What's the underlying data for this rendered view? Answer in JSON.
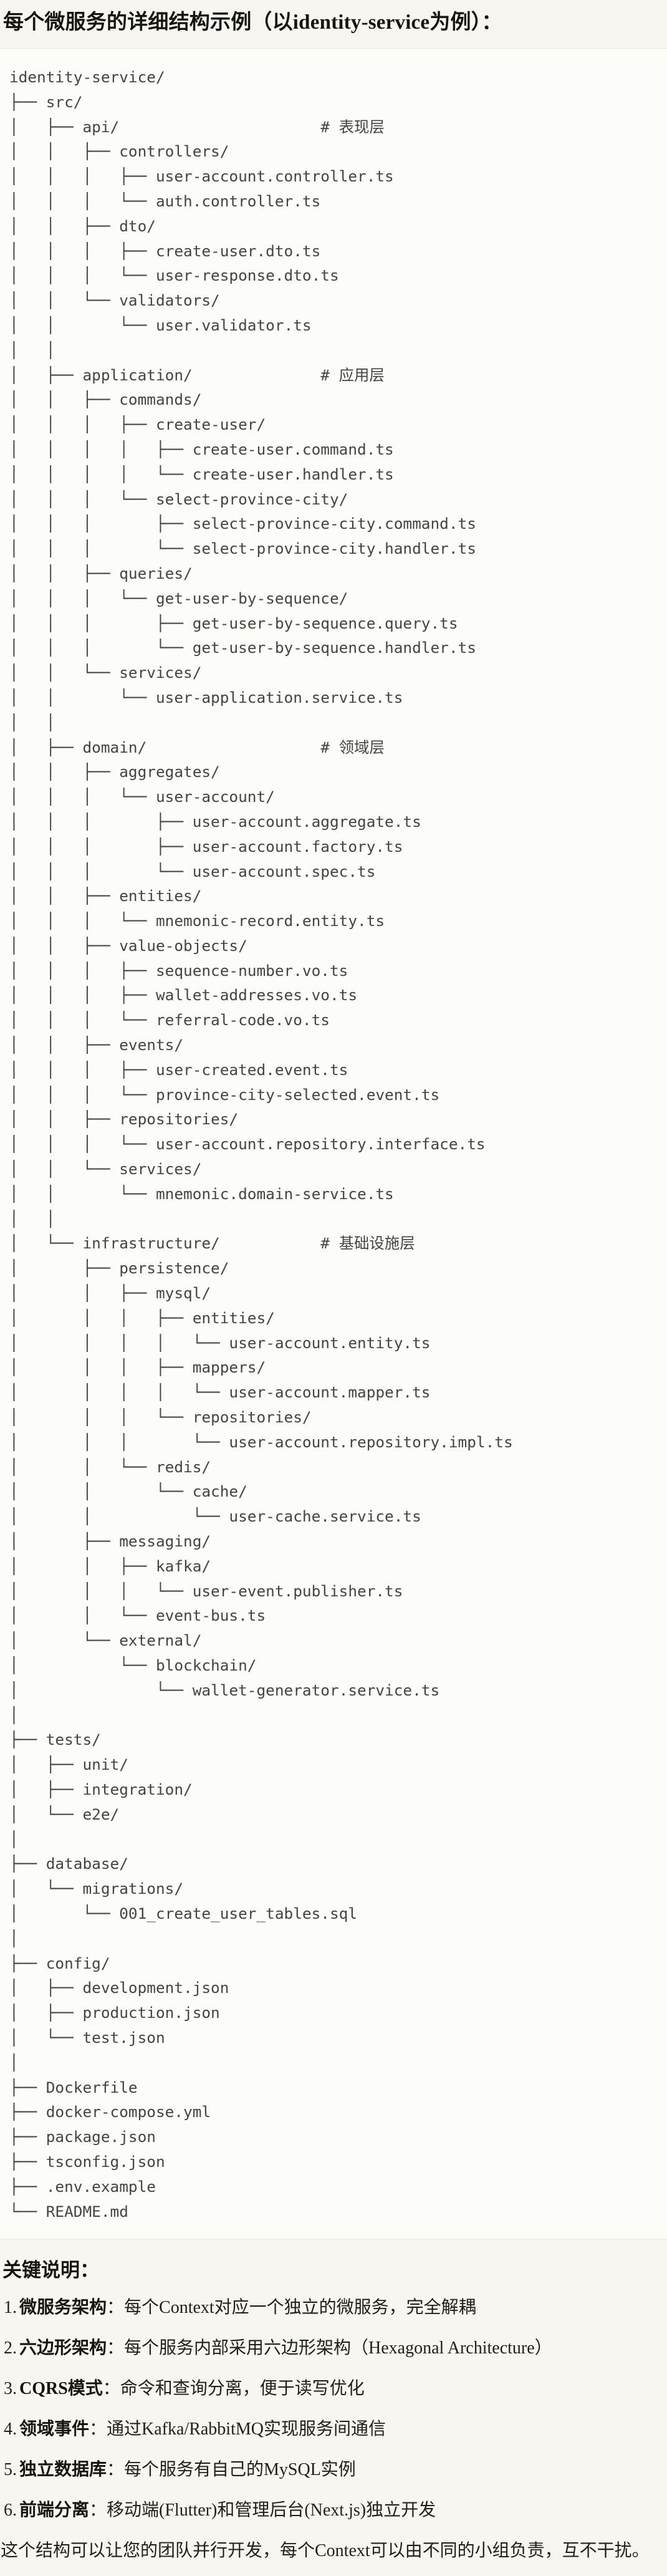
{
  "page": {
    "title": "每个微服务的详细结构示例（以identity-service为例）：",
    "code_block": {
      "lines": [
        "identity-service/",
        "├── src/",
        "│   ├── api/                      # 表现层",
        "│   │   ├── controllers/",
        "│   │   │   ├── user-account.controller.ts",
        "│   │   │   └── auth.controller.ts",
        "│   │   ├── dto/",
        "│   │   │   ├── create-user.dto.ts",
        "│   │   │   └── user-response.dto.ts",
        "│   │   └── validators/",
        "│   │       └── user.validator.ts",
        "│   │",
        "│   ├── application/              # 应用层",
        "│   │   ├── commands/",
        "│   │   │   ├── create-user/",
        "│   │   │   │   ├── create-user.command.ts",
        "│   │   │   │   └── create-user.handler.ts",
        "│   │   │   └── select-province-city/",
        "│   │   │       ├── select-province-city.command.ts",
        "│   │   │       └── select-province-city.handler.ts",
        "│   │   ├── queries/",
        "│   │   │   └── get-user-by-sequence/",
        "│   │   │       ├── get-user-by-sequence.query.ts",
        "│   │   │       └── get-user-by-sequence.handler.ts",
        "│   │   └── services/",
        "│   │       └── user-application.service.ts",
        "│   │",
        "│   ├── domain/                   # 领域层",
        "│   │   ├── aggregates/",
        "│   │   │   └── user-account/",
        "│   │   │       ├── user-account.aggregate.ts",
        "│   │   │       ├── user-account.factory.ts",
        "│   │   │       └── user-account.spec.ts",
        "│   │   ├── entities/",
        "│   │   │   └── mnemonic-record.entity.ts",
        "│   │   ├── value-objects/",
        "│   │   │   ├── sequence-number.vo.ts",
        "│   │   │   ├── wallet-addresses.vo.ts",
        "│   │   │   └── referral-code.vo.ts",
        "│   │   ├── events/",
        "│   │   │   ├── user-created.event.ts",
        "│   │   │   └── province-city-selected.event.ts",
        "│   │   ├── repositories/",
        "│   │   │   └── user-account.repository.interface.ts",
        "│   │   └── services/",
        "│   │       └── mnemonic.domain-service.ts",
        "│   │",
        "│   └── infrastructure/           # 基础设施层",
        "│       ├── persistence/",
        "│       │   ├── mysql/",
        "│       │   │   ├── entities/",
        "│       │   │   │   └── user-account.entity.ts",
        "│       │   │   ├── mappers/",
        "│       │   │   │   └── user-account.mapper.ts",
        "│       │   │   └── repositories/",
        "│       │   │       └── user-account.repository.impl.ts",
        "│       │   └── redis/",
        "│       │       └── cache/",
        "│       │           └── user-cache.service.ts",
        "│       ├── messaging/",
        "│       │   ├── kafka/",
        "│       │   │   └── user-event.publisher.ts",
        "│       │   └── event-bus.ts",
        "│       └── external/",
        "│           └── blockchain/",
        "│               └── wallet-generator.service.ts",
        "│",
        "├── tests/",
        "│   ├── unit/",
        "│   ├── integration/",
        "│   └── e2e/",
        "│",
        "├── database/",
        "│   └── migrations/",
        "│       └── 001_create_user_tables.sql",
        "│",
        "├── config/",
        "│   ├── development.json",
        "│   ├── production.json",
        "│   └── test.json",
        "│",
        "├── Dockerfile",
        "├── docker-compose.yml",
        "├── package.json",
        "├── tsconfig.json",
        "├── .env.example",
        "└── README.md"
      ]
    },
    "notes": {
      "heading": "关键说明：",
      "items": [
        {
          "num": "1.",
          "term": "微服务架构",
          "desc": "：每个Context对应一个独立的微服务，完全解耦"
        },
        {
          "num": "2.",
          "term": "六边形架构",
          "desc": "：每个服务内部采用六边形架构（Hexagonal Architecture）"
        },
        {
          "num": "3.",
          "term": "CQRS模式",
          "desc": "：命令和查询分离，便于读写优化"
        },
        {
          "num": "4.",
          "term": "领域事件",
          "desc": "：通过Kafka/RabbitMQ实现服务间通信"
        },
        {
          "num": "5.",
          "term": "独立数据库",
          "desc": "：每个服务有自己的MySQL实例"
        },
        {
          "num": "6.",
          "term": "前端分离",
          "desc": "：移动端(Flutter)和管理后台(Next.js)独立开发"
        }
      ],
      "footer": "这个结构可以让您的团队并行开发，每个Context可以由不同的小组负责，互不干扰。"
    }
  }
}
